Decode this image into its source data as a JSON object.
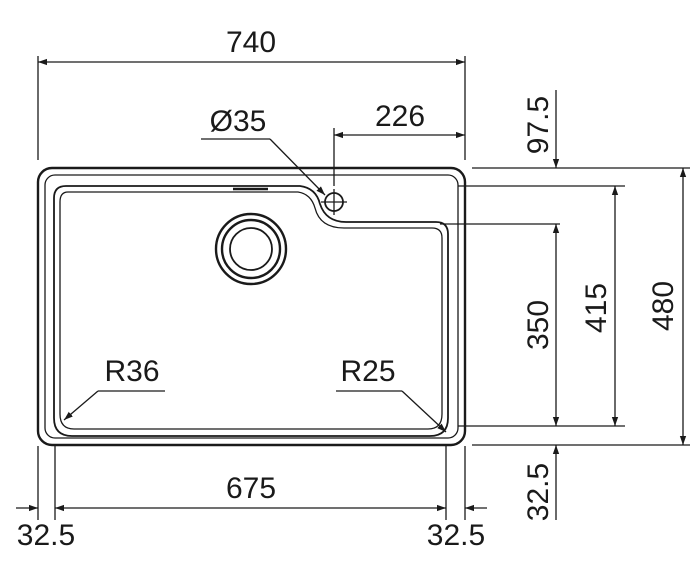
{
  "dimensions": {
    "overall_width": "740",
    "inner_width": "675",
    "left_margin": "32.5",
    "right_margin": "32.5",
    "tap_hole_offset": "226",
    "tap_hole_diameter": "Ø35",
    "top_offset": "97.5",
    "bowl_depth_short": "350",
    "bowl_depth_long": "415",
    "overall_depth": "480",
    "bottom_margin": "32.5",
    "radius_left": "R36",
    "radius_right": "R25"
  }
}
